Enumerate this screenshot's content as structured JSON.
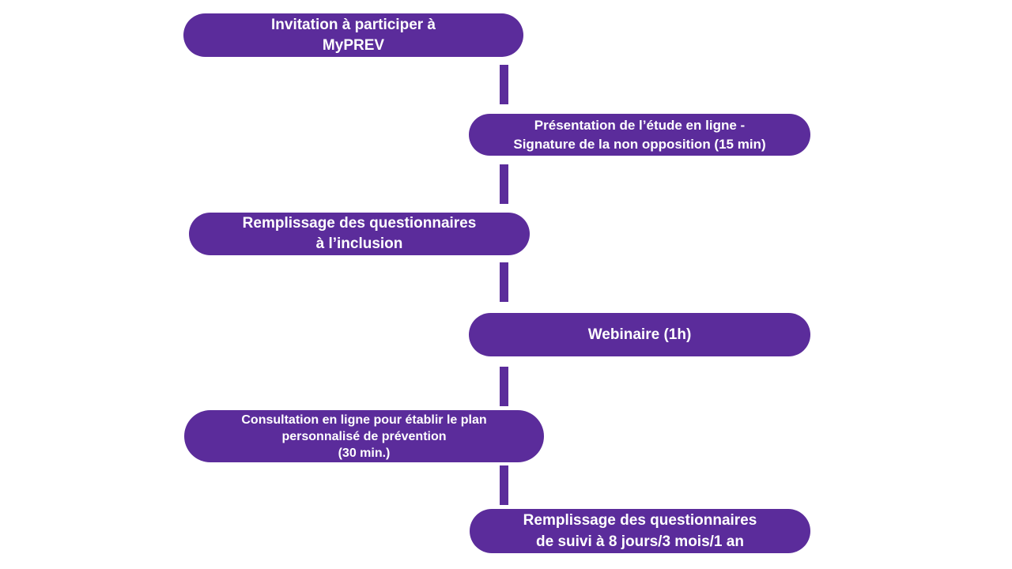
{
  "diagram": {
    "type": "vertical-timeline-flowchart",
    "language": "fr",
    "colors": {
      "pill_fill": "#5b2c9b",
      "pill_text": "#ffffff",
      "connector": "#5b2c9b",
      "background": "#ffffff"
    },
    "steps": [
      {
        "side": "left",
        "label": "Invitation à participer à\nMyPREV"
      },
      {
        "side": "right",
        "label": "Présentation de l’étude en ligne -\nSignature de la non opposition (15 min)"
      },
      {
        "side": "left",
        "label": "Remplissage des questionnaires\nà l’inclusion"
      },
      {
        "side": "right",
        "label": "Webinaire (1h)"
      },
      {
        "side": "left",
        "label": "Consultation en ligne pour établir le plan\npersonnalisé de prévention\n(30 min.)"
      },
      {
        "side": "right",
        "label": "Remplissage des questionnaires\nde suivi à 8 jours/3 mois/1 an"
      }
    ],
    "connector": {
      "style": "dashed",
      "segment_count": 5
    }
  }
}
